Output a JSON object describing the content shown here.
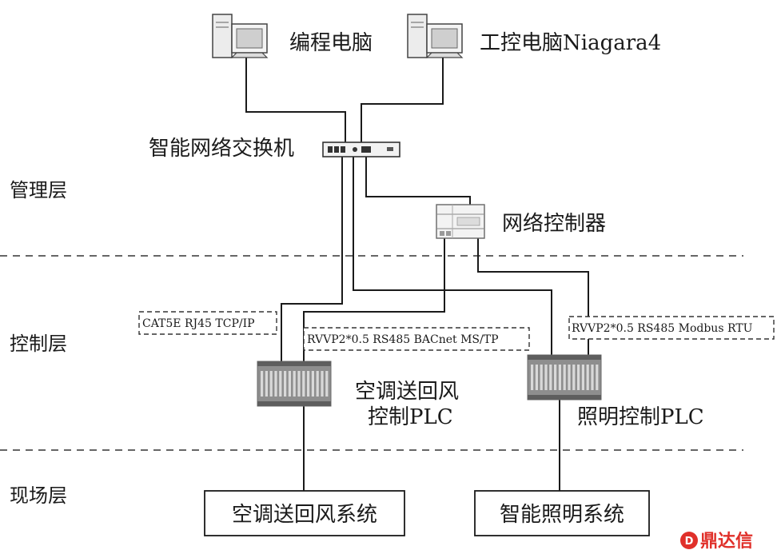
{
  "devices": {
    "programming_pc": "编程电脑",
    "control_pc": "工控电脑Niagara4",
    "switch": "智能网络交换机",
    "network_controller": "网络控制器",
    "ahu_plc_line1": "空调送回风",
    "ahu_plc_line2": "控制PLC",
    "lighting_plc": "照明控制PLC"
  },
  "layers": {
    "management": "管理层",
    "control": "控制层",
    "field": "现场层"
  },
  "cables": {
    "ethernet": "CAT5E RJ45 TCP/IP",
    "bacnet": "RVVP2*0.5 RS485 BACnet MS/TP",
    "modbus": "RVVP2*0.5 RS485 Modbus RTU"
  },
  "systems": {
    "hvac": "空调送回风系统",
    "lighting": "智能照明系统"
  },
  "watermark": "鼎达信"
}
